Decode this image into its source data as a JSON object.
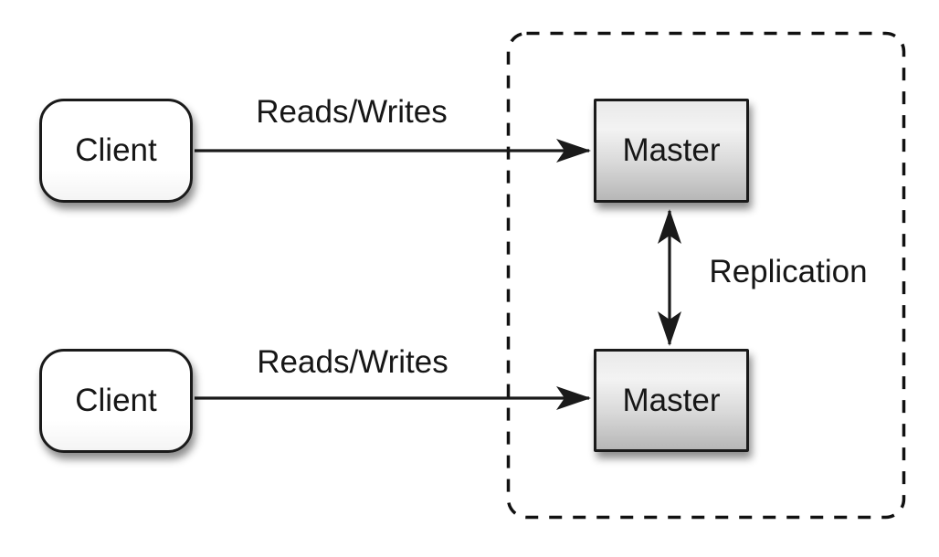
{
  "diagram": {
    "nodes": {
      "client_top": {
        "label": "Client"
      },
      "client_bottom": {
        "label": "Client"
      },
      "master_top": {
        "label": "Master"
      },
      "master_bottom": {
        "label": "Master"
      }
    },
    "edges": {
      "reads_writes_top": {
        "label": "Reads/Writes"
      },
      "reads_writes_bottom": {
        "label": "Reads/Writes"
      },
      "replication": {
        "label": "Replication"
      }
    },
    "colors": {
      "ink": "#1a1a1a",
      "background": "#ffffff",
      "client_fill": "#ffffff",
      "master_fill_top": "#f0f0f0",
      "master_fill_bottom": "#b7b7b7",
      "boundary_stroke": "#111111"
    }
  }
}
